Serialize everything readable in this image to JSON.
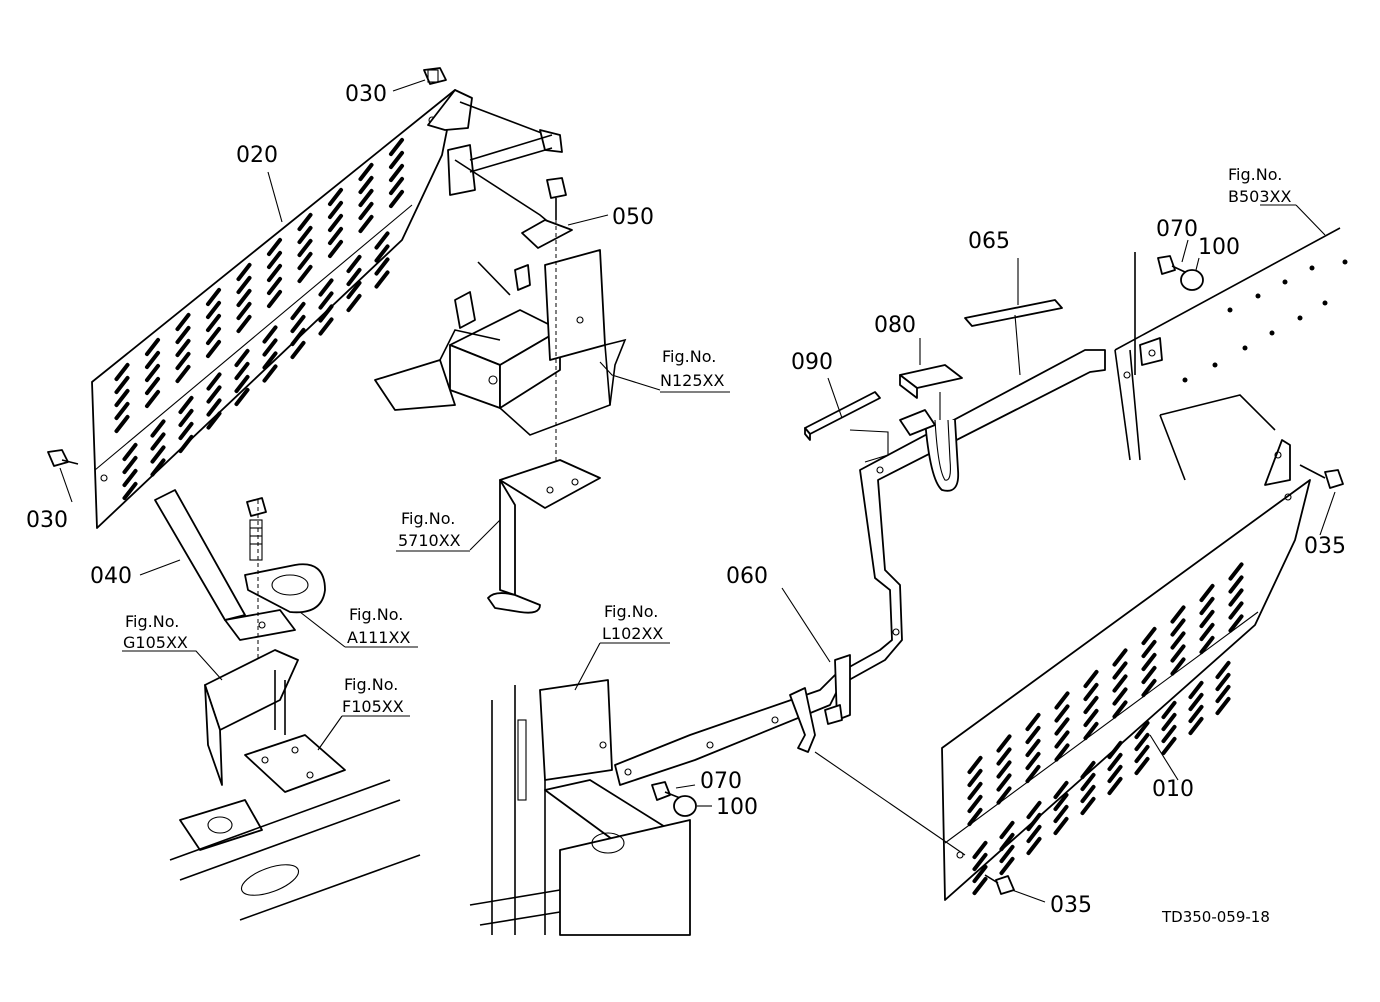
{
  "callouts": {
    "c030_top": "030",
    "c020": "020",
    "c030_left": "030",
    "c040": "040",
    "c050": "050",
    "c065": "065",
    "c070_top": "070",
    "c100_top": "100",
    "c080": "080",
    "c090": "090",
    "c035_right": "035",
    "c060": "060",
    "c070_bottom": "070",
    "c100_bottom": "100",
    "c010": "010",
    "c035_bottom": "035"
  },
  "fig_refs": {
    "n125": {
      "line1": "Fig.No.",
      "line2": "N125XX"
    },
    "b503": {
      "line1": "Fig.No.",
      "line2": "B503XX"
    },
    "f5710": {
      "line1": "Fig.No.",
      "line2": "5710XX"
    },
    "a111": {
      "line1": "Fig.No.",
      "line2": "A111XX"
    },
    "g105": {
      "line1": "Fig.No.",
      "line2": "G105XX"
    },
    "f105": {
      "line1": "Fig.No.",
      "line2": "F105XX"
    },
    "l102": {
      "line1": "Fig.No.",
      "line2": "L102XX"
    }
  },
  "drawing_code": "TD350-059-18"
}
